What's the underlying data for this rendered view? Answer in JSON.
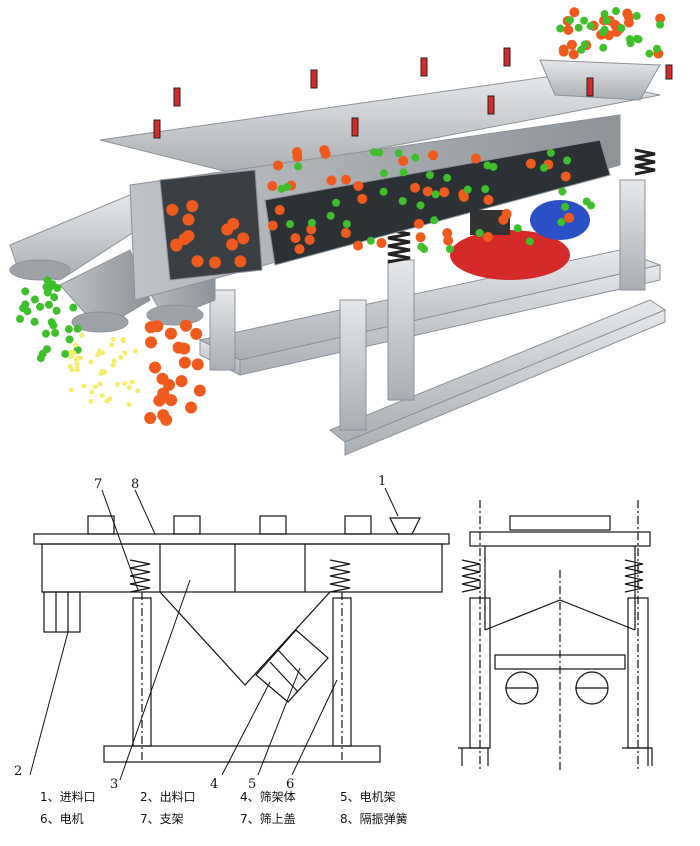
{
  "part_labels": [
    "1",
    "2",
    "3",
    "4",
    "5",
    "6",
    "7",
    "8"
  ],
  "legend": [
    [
      "1、进料口",
      "2、出料口",
      "4、筛架体",
      "5、电机架"
    ],
    [
      "6、电机",
      "7、支架",
      "7、筛上盖",
      "8、隔振弹簧"
    ]
  ],
  "colors": {
    "machine": "#c9ccd0",
    "machine_dark": "#8d9298",
    "ball_orange": "#f05a1c",
    "ball_green": "#3fbf2c",
    "ball_yellow": "#f6ee6a",
    "motor": "#d62a2a"
  }
}
